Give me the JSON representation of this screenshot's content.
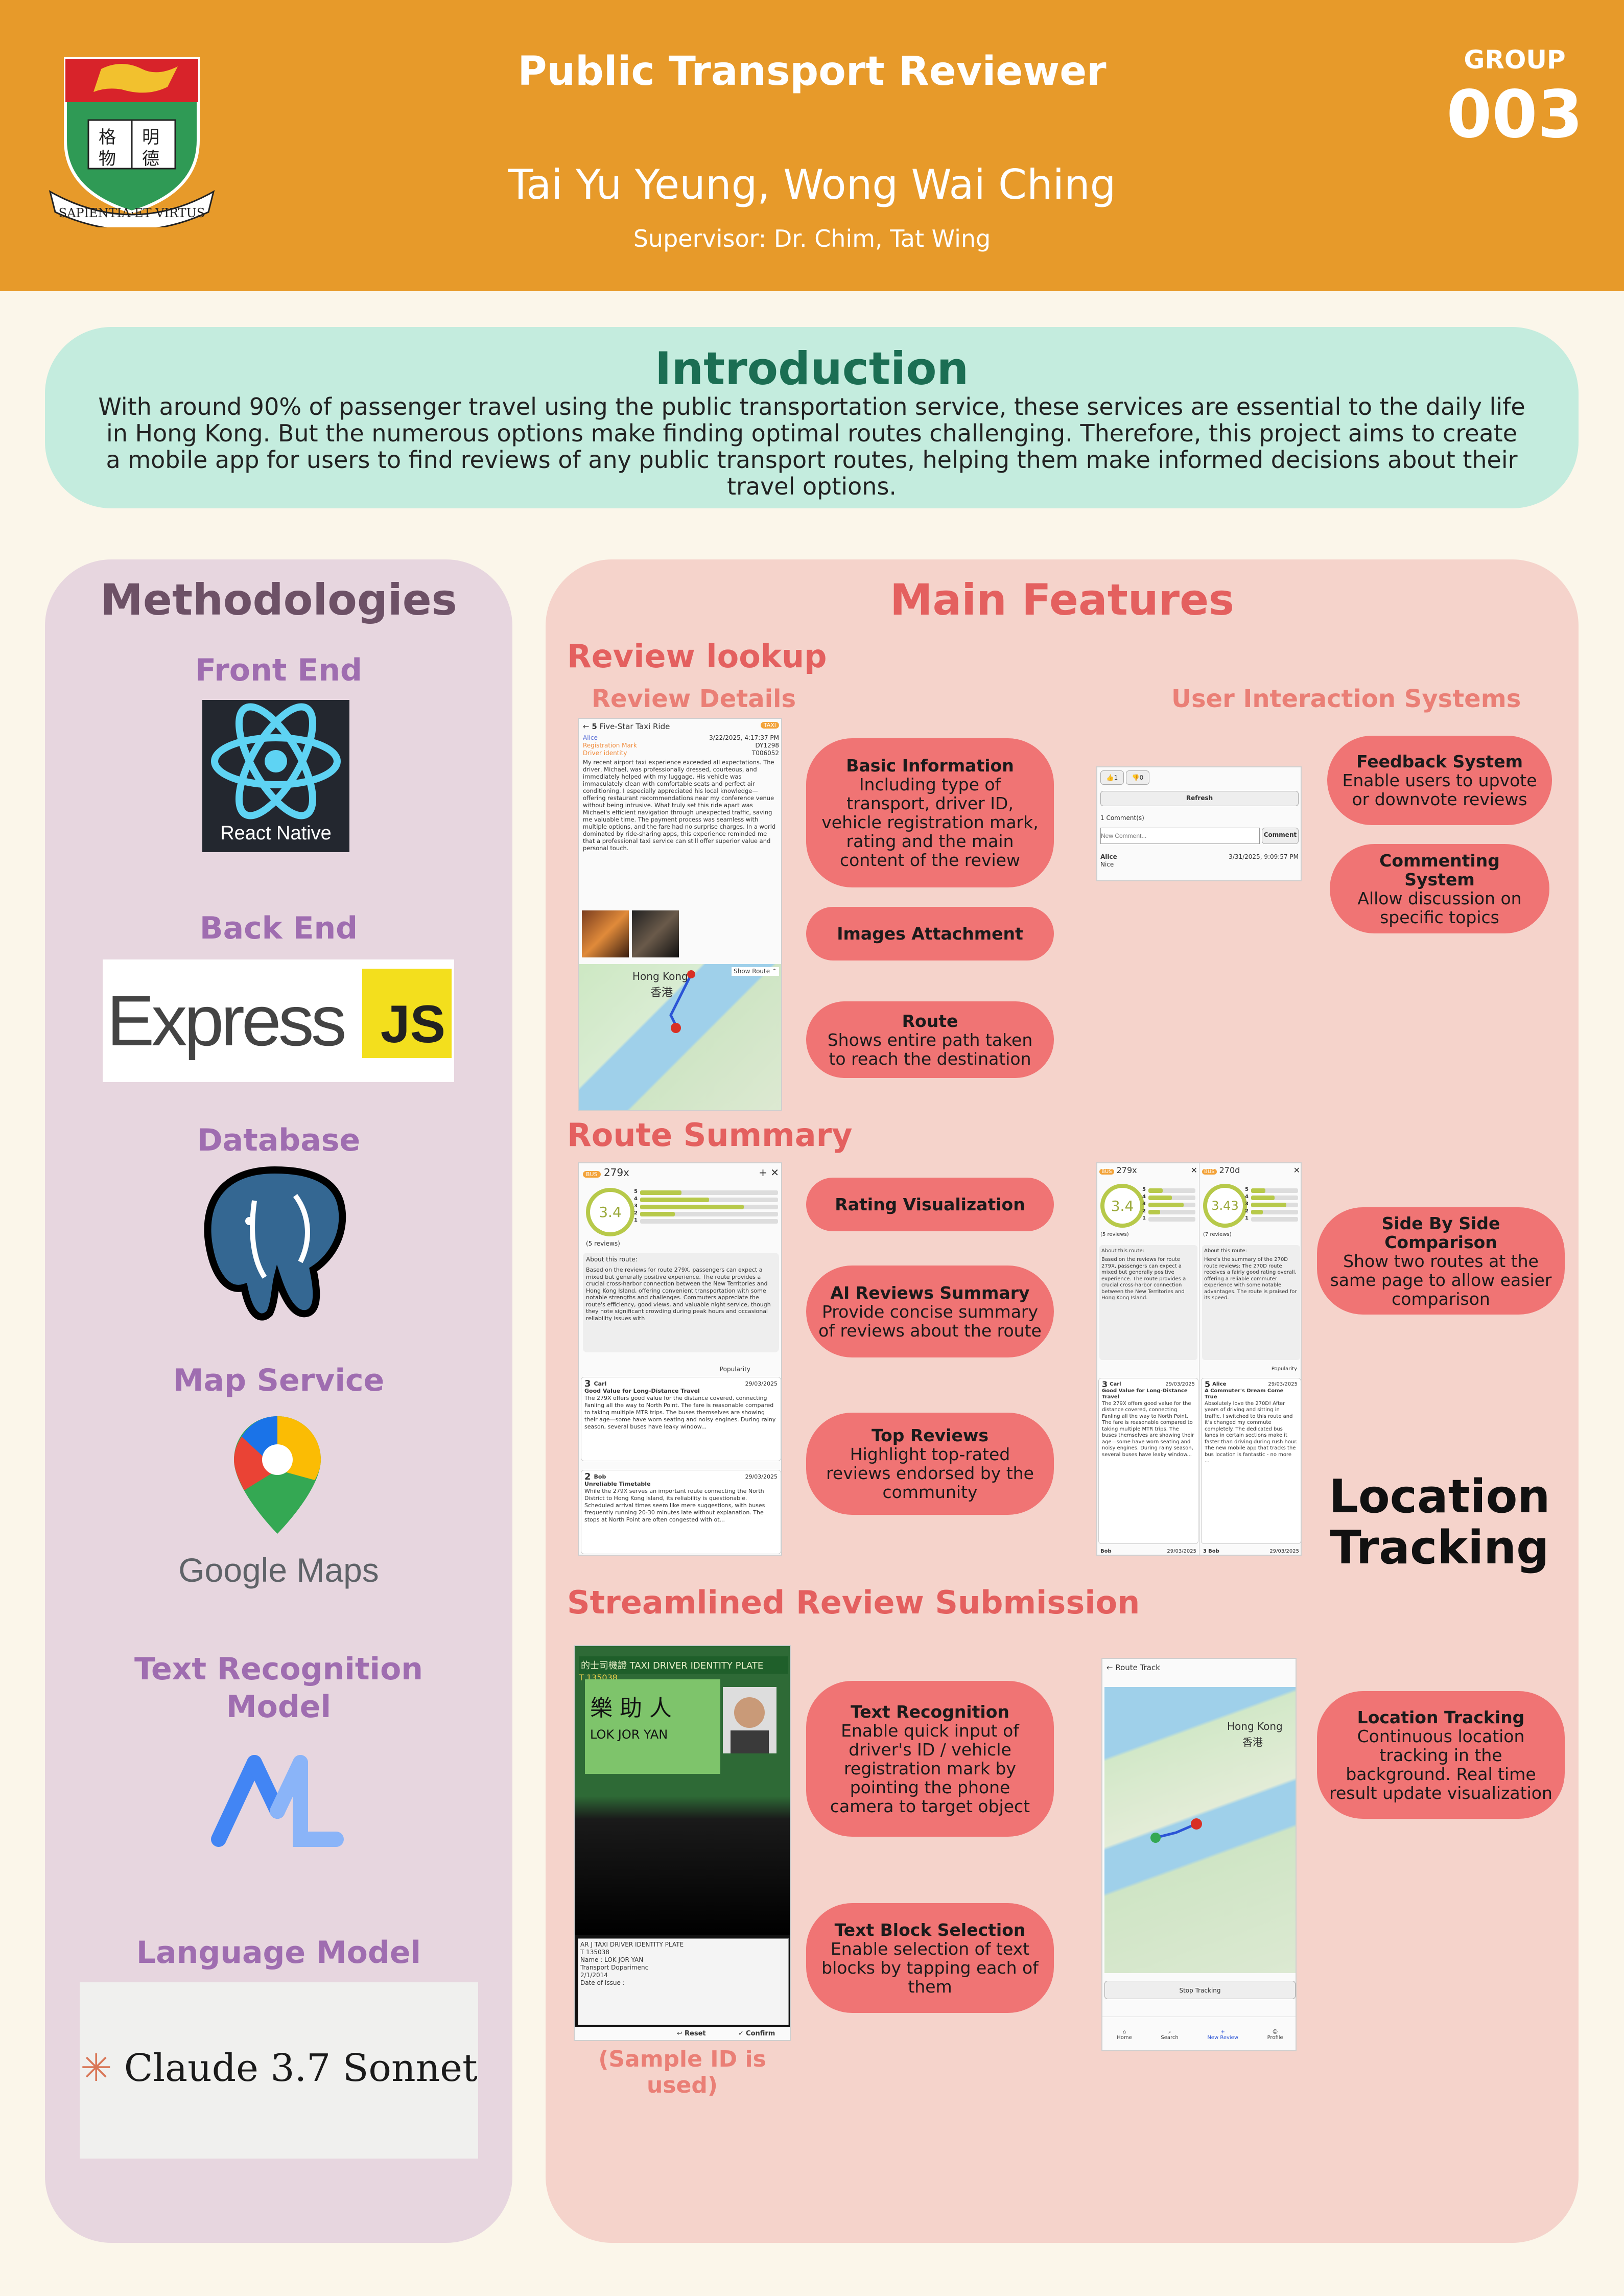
{
  "header": {
    "title": "Public Transport Reviewer",
    "authors": "Tai Yu Yeung, Wong Wai Ching",
    "supervisor": "Supervisor: Dr. Chim, Tat Wing",
    "group_label": "GROUP",
    "group_number": "003",
    "crest_motto": "SAPIENTIA·ET·VIRTUS",
    "crest_chars": [
      "格",
      "明",
      "物",
      "德"
    ]
  },
  "intro": {
    "title": "Introduction",
    "text": "With around 90% of passenger travel using the public transportation service, these services are essential to the daily life in Hong Kong. But the numerous options make finding optimal routes challenging. Therefore, this project aims to create a mobile app for users to find reviews of any public transport routes, helping them make informed decisions about their travel options."
  },
  "methodologies": {
    "title": "Methodologies",
    "front_end": "Front End",
    "front_end_logo": "React Native",
    "back_end": "Back End",
    "back_end_logo_text": "Express",
    "back_end_logo_badge": "JS",
    "database": "Database",
    "map_service": "Map Service",
    "map_logo": "Google Maps",
    "text_recognition_line1": "Text Recognition",
    "text_recognition_line2": "Model",
    "language_model": "Language Model",
    "language_logo": "Claude 3.7 Sonnet"
  },
  "main": {
    "title": "Main Features",
    "review_lookup": "Review lookup",
    "review_details": "Review Details",
    "user_interaction": "User Interaction Systems",
    "route_summary": "Route Summary",
    "location_tracking_big_1": "Location",
    "location_tracking_big_2": "Tracking",
    "streamlined": "Streamlined Review Submission",
    "sample_note": "(Sample ID is used)"
  },
  "pills": {
    "basic_info_title": "Basic Information",
    "basic_info_text": "Including type of transport, driver ID, vehicle registration mark, rating and the main content of the review",
    "images_title": "Images Attachment",
    "route_title": "Route",
    "route_text": "Shows entire path taken to reach the destination",
    "feedback_title": "Feedback System",
    "feedback_text": "Enable users to upvote or downvote reviews",
    "commenting_title": "Commenting System",
    "commenting_text": "Allow discussion on specific topics",
    "rating_title": "Rating Visualization",
    "ai_title": "AI Reviews Summary",
    "ai_text": "Provide concise summary of reviews about the route",
    "top_title": "Top Reviews",
    "top_text": "Highlight top-rated reviews endorsed by the community",
    "side_title": "Side By Side Comparison",
    "side_text": "Show two routes at the same page to allow easier comparison",
    "text_rec_title": "Text Recognition",
    "text_rec_text": "Enable quick input of driver's ID / vehicle registration mark by pointing the phone camera to target object",
    "text_block_title": "Text Block Selection",
    "text_block_text": "Enable selection of text blocks by tapping each of them",
    "loc_title": "Location Tracking",
    "loc_text": "Continuous location tracking in the background. Real time result update visualization"
  },
  "shot_review": {
    "header_num": "5",
    "header_title": "Five-Star Taxi Ride",
    "badge": "TAXI",
    "user": "Alice",
    "date": "3/22/2025, 4:17:37 PM",
    "reg_label": "Registration Mark",
    "reg_value": "DY1298",
    "driver_label": "Driver identity",
    "driver_value": "T006052",
    "body": "My recent airport taxi experience exceeded all expectations. The driver, Michael, was professionally dressed, courteous, and immediately helped with my luggage. His vehicle was immaculately clean with comfortable seats and perfect air conditioning. I especially appreciated his local knowledge—offering restaurant recommendations near my conference venue without being intrusive. What truly set this ride apart was Michael's efficient navigation through unexpected traffic, saving me valuable time. The payment process was seamless with multiple options, and the fare had no surprise charges. In a world dominated by ride-sharing apps, this experience reminded me that a professional taxi service can still offer superior value and personal touch.",
    "show_route": "Show Route",
    "map_label_en": "Hong Kong",
    "map_label_zh": "香港"
  },
  "shot_interaction": {
    "up_count": "1",
    "down_count": "0",
    "refresh": "Refresh",
    "comments": "1 Comment(s)",
    "placeholder": "New Comment...",
    "comment_btn": "Comment",
    "comment_user": "Alice",
    "comment_date": "3/31/2025, 9:09:57 PM",
    "comment_text": "Nice"
  },
  "shot_summary": {
    "badge": "BUS",
    "route": "279x",
    "rating": "3.4",
    "reviews": "(5 reviews)",
    "about": "About this route:",
    "about_text": "Based on the reviews for route 279X, passengers can expect a mixed but generally positive experience. The route provides a crucial cross-harbor connection between the New Territories and Hong Kong Island, offering convenient transportation with some notable strengths and challenges. Commuters appreciate the route's efficiency, good views, and valuable night service, though they note significant crowding during peak hours and occasional reliability issues with",
    "sort": "Popularity",
    "r1_score": "3",
    "r1_user": "Carl",
    "r1_date": "29/03/2025",
    "r1_title": "Good Value for Long-Distance Travel",
    "r1_text": "The 279X offers good value for the distance covered, connecting Fanling all the way to North Point. The fare is reasonable compared to taking multiple MTR trips. The buses themselves are showing their age—some have worn seating and noisy engines. During rainy season, several buses have leaky window...",
    "r2_score": "2",
    "r2_user": "Bob",
    "r2_date": "29/03/2025",
    "r2_title": "Unreliable Timetable",
    "r2_text": "While the 279X serves an important route connecting the North District to Hong Kong Island, its reliability is questionable. Scheduled arrival times seem like mere suggestions, with buses frequently running 20-30 minutes late without explanation. The stops at North Point are often congested with ot...",
    "rating_levels": [
      "5",
      "4",
      "3",
      "2",
      "1"
    ],
    "rating_fractions": [
      0.3,
      0.5,
      0.75,
      0.25,
      0.0
    ]
  },
  "shot_compare": {
    "a_badge": "BUS",
    "a_route": "279x",
    "a_rating": "3.4",
    "a_reviews": "(5 reviews)",
    "a_about": "About this route:",
    "a_text": "Based on the reviews for route 279X, passengers can expect a mixed but generally positive experience. The route provides a crucial cross-harbor connection between the New Territories and Hong Kong Island.",
    "b_badge": "BUS",
    "b_route": "270d",
    "b_rating": "3.43",
    "b_reviews": "(7 reviews)",
    "b_about": "About this route:",
    "b_text": "Here's the summary of the 270D route reviews: The 270D route receives a fairly good rating overall, offering a reliable commuter experience with some notable advantages. The route is praised for its speed.",
    "sort": "Popularity",
    "a_r_score": "3",
    "a_r_user": "Carl",
    "a_r_date": "29/03/2025",
    "a_r_title": "Good Value for Long-Distance Travel",
    "a_r_text": "The 279X offers good value for the distance covered, connecting Fanling all the way to North Point. The fare is reasonable compared to taking multiple MTR trips. The buses themselves are showing their age—some have worn seating and noisy engines. During rainy season, several buses have leaky window...",
    "b_r_score": "5",
    "b_r_user": "Alice",
    "b_r_date": "29/03/2025",
    "b_r_title": "A Commuter's Dream Come True",
    "b_r_text": "Absolutely love the 270D! After years of driving and sitting in traffic, I switched to this route and it's changed my commute completely. The dedicated bus lanes in certain sections make it faster than driving during rush hour. The new mobile app that tracks the bus location is fantastic - no more ...",
    "a_next_user": "Bob",
    "a_next_date": "29/03/2025",
    "b_next_score": "3",
    "b_next_user": "Bob",
    "b_next_date": "29/03/2025"
  },
  "shot_ocr": {
    "plate_header": "的士司機證 TAXI DRIVER IDENTITY PLATE",
    "plate_id": "T 135038",
    "name_zh": "樂 助 人",
    "name_en": "LOK JOR YAN",
    "result_lines": [
      "AR J TAXI DRIVER IDENTITY PLATE",
      "T 135038",
      "Name : LOK JOR YAN",
      "Transport Doparimenc",
      "2/1/2014",
      "Date of Issue :"
    ],
    "reset": "Reset",
    "confirm": "Confirm"
  },
  "shot_track": {
    "title": "Route Track",
    "map_label_en": "Hong Kong",
    "map_label_zh": "香港",
    "stop": "Stop Tracking",
    "nav": [
      "Home",
      "Search",
      "New Review",
      "Profile"
    ]
  },
  "colors": {
    "header": "#e79a2a",
    "intro_bg": "#c4ecde",
    "methods_bg": "#e7d6df",
    "main_bg": "#f5d3cb",
    "pill": "#f07474",
    "accent_red": "#e4605f"
  }
}
